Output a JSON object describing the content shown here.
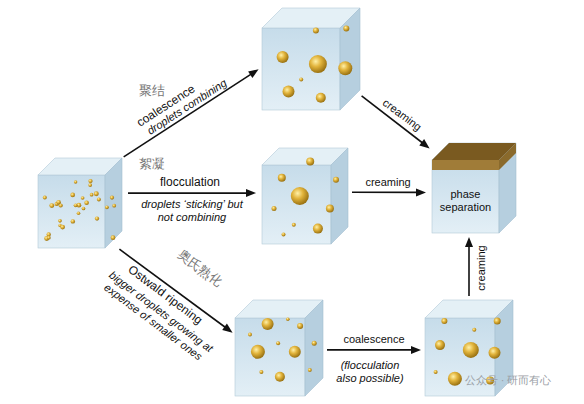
{
  "diagram": {
    "nodes": [
      {
        "text": []
      },
      {
        "text": []
      },
      {
        "text": []
      },
      {
        "text": [
          "phase separation"
        ]
      },
      {
        "text": []
      },
      {
        "text": []
      }
    ],
    "edges": [
      {
        "from": 0,
        "to": 1,
        "arrow": "to",
        "label": "coalescence"
      },
      {
        "from": 0,
        "to": 2,
        "arrow": "to",
        "label": "flocculation"
      },
      {
        "from": 0,
        "to": 4,
        "arrow": "to",
        "label": "Ostwald ripening"
      },
      {
        "from": 1,
        "to": 3,
        "arrow": "to",
        "label": "creaming"
      },
      {
        "from": 2,
        "to": 3,
        "arrow": "to",
        "label": "creaming"
      },
      {
        "from": 4,
        "to": 5,
        "arrow": "to",
        "label": "coalescence"
      },
      {
        "from": 5,
        "to": 3,
        "arrow": "to",
        "label": "creaming"
      }
    ],
    "labels": [
      "聚结",
      "droplets combining",
      "絮凝",
      "droplets ‘sticking’ but not combining",
      "奥氏熟化",
      "bigger droplets growing at expense of smaller ones",
      "(flocculation also possible)",
      "公众号 · 研而有心"
    ]
  }
}
